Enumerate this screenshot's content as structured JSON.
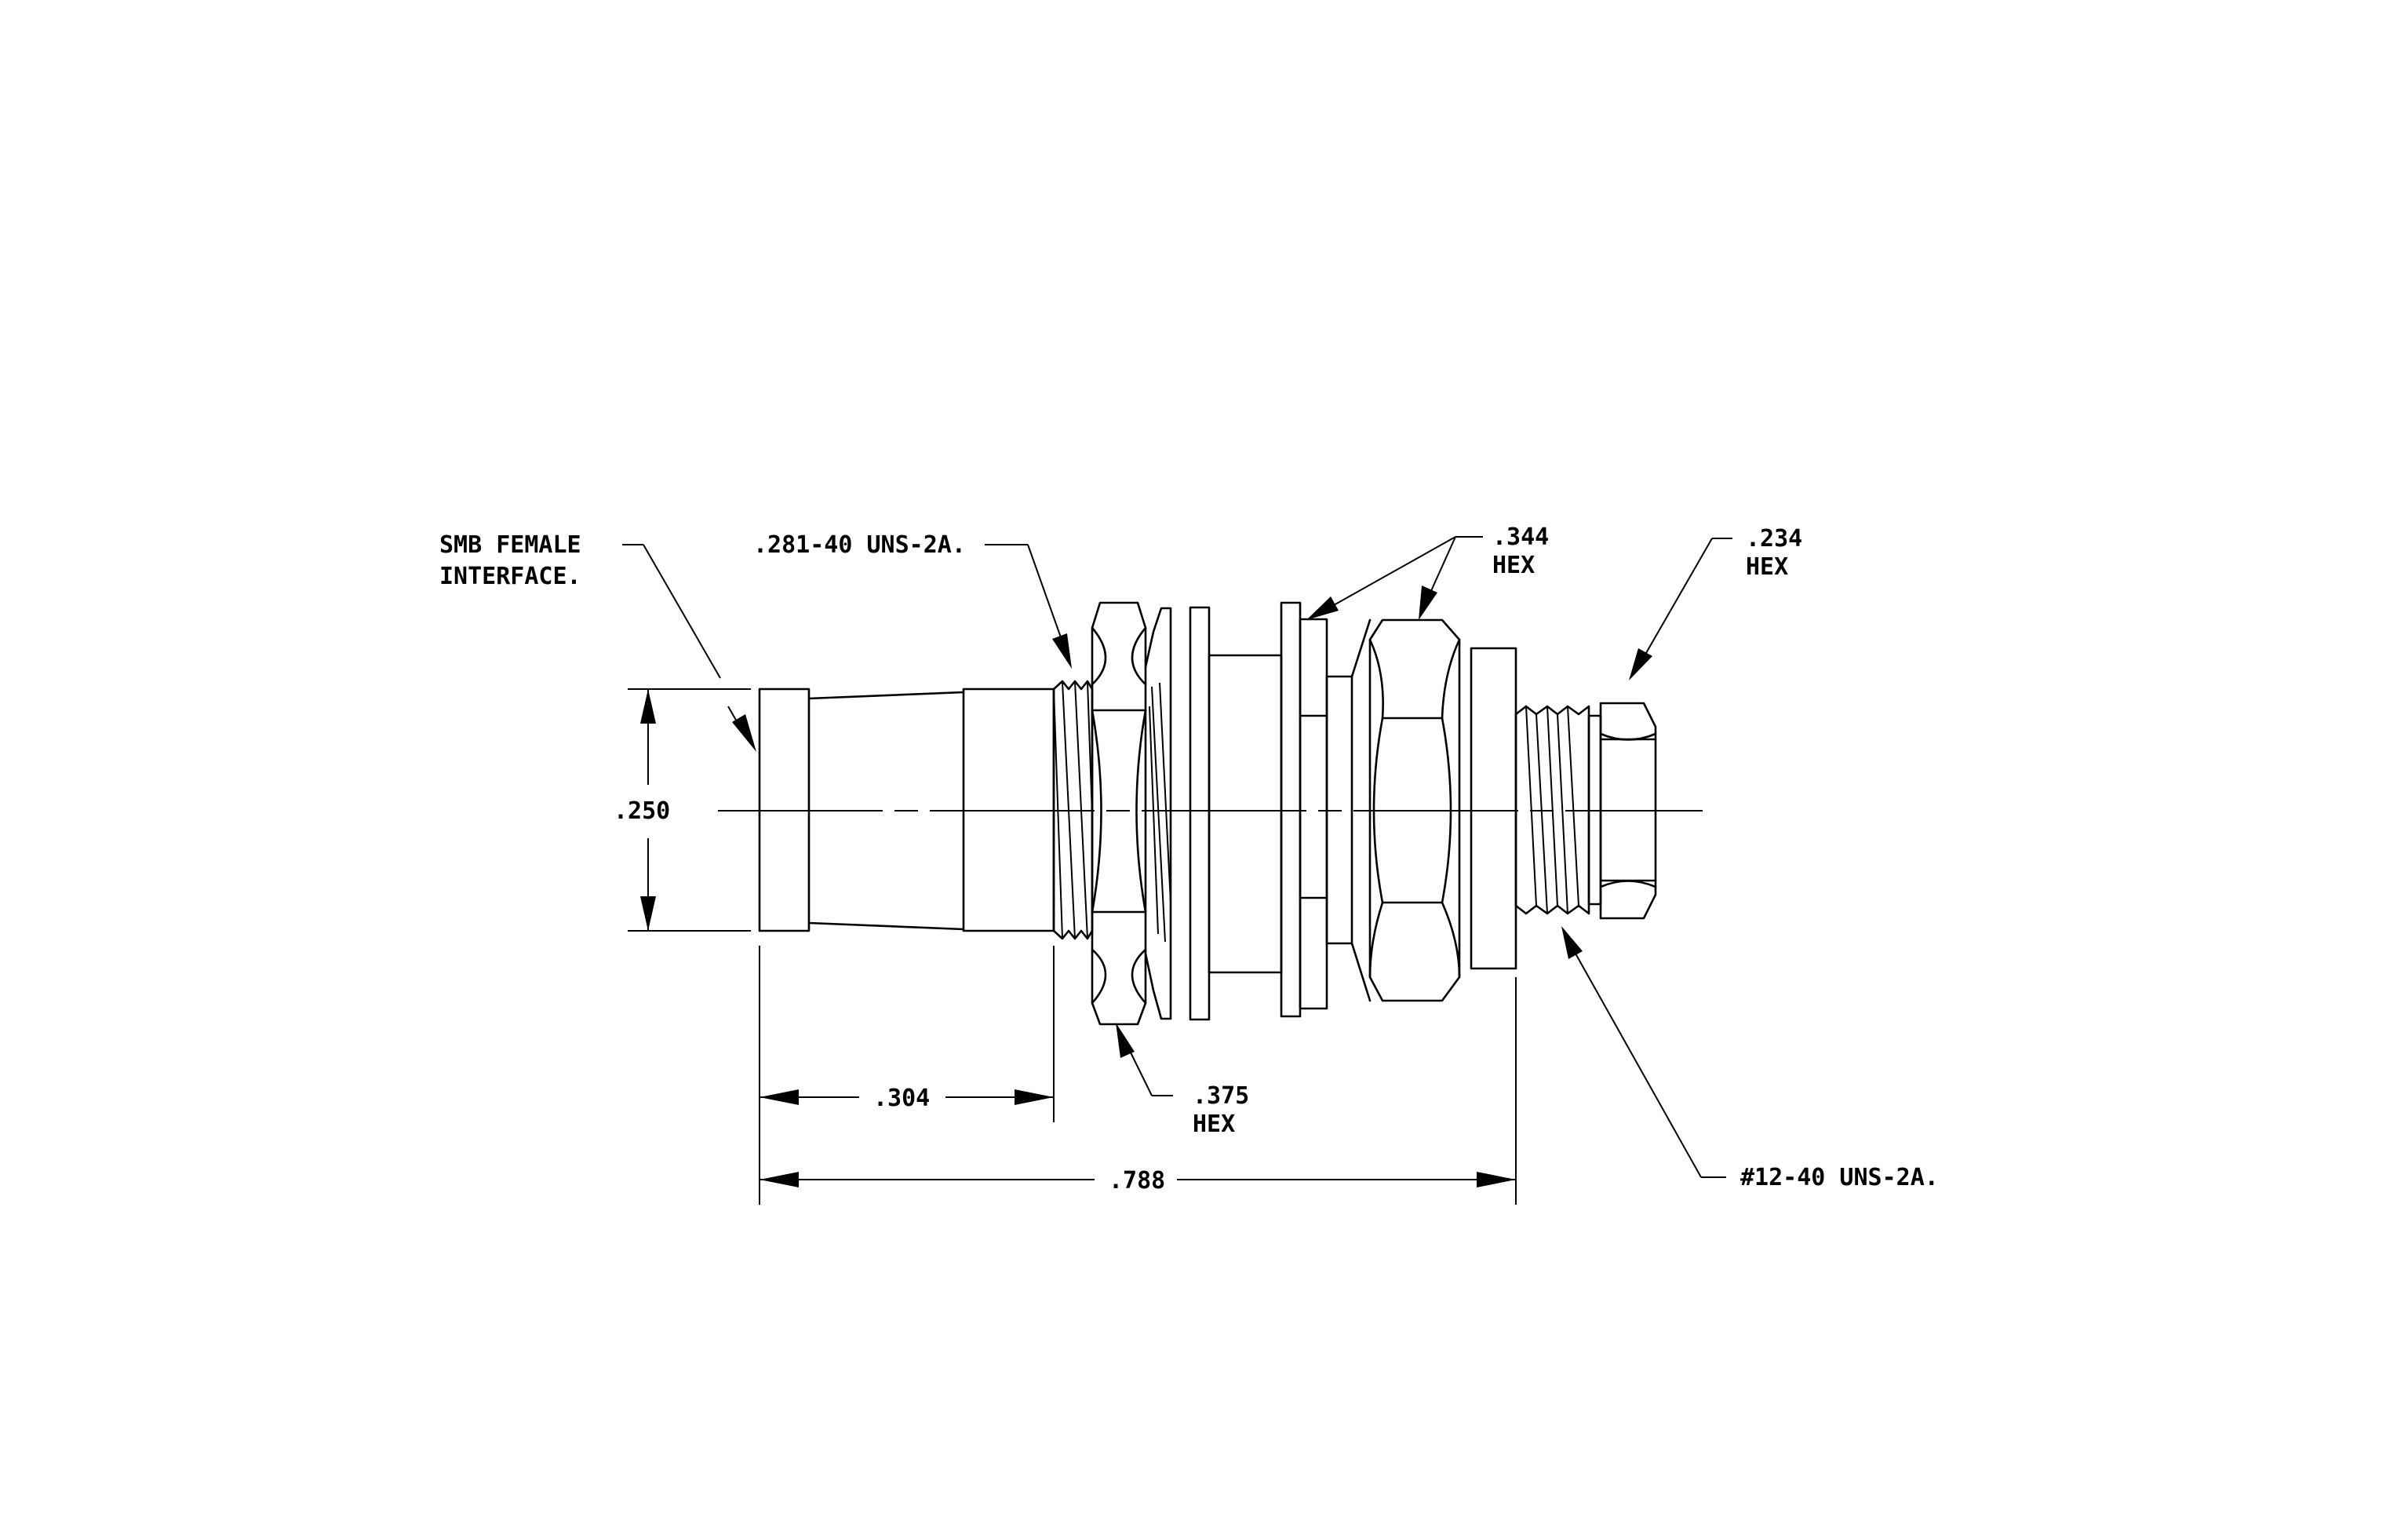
{
  "labels": {
    "interface_line1": "SMB FEMALE",
    "interface_line2": "INTERFACE.",
    "thread_large": ".281-40 UNS-2A.",
    "hex_mid_size": ".344",
    "hex_mid_unit": "HEX",
    "hex_small_size": ".234",
    "hex_small_unit": "HEX",
    "dia_body": ".250",
    "len_front": ".304",
    "hex_large_size": ".375",
    "hex_large_unit": "HEX",
    "len_overall": ".788",
    "thread_small": "#12-40 UNS-2A."
  }
}
